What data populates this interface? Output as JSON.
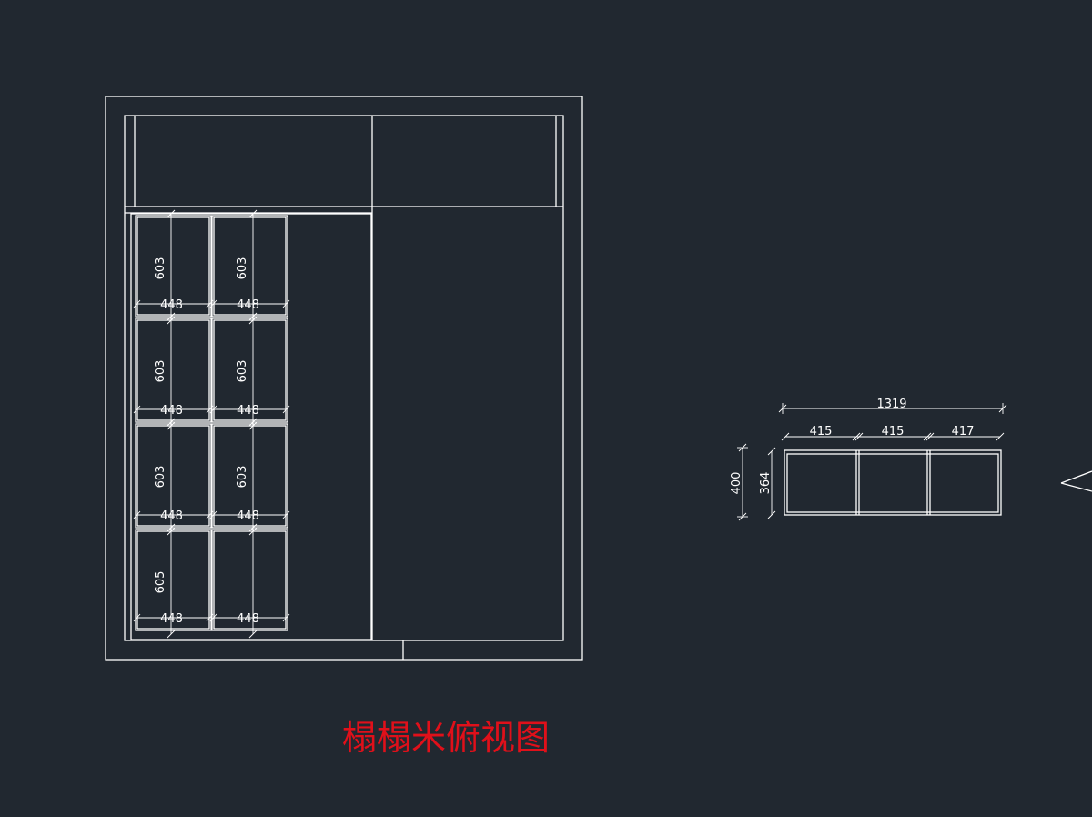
{
  "drawing": {
    "title": "榻榻米俯视图",
    "title_color": "#e0101a",
    "line_color": "#ffffff",
    "background": "#212830"
  },
  "plan": {
    "cells": [
      {
        "row": 1,
        "col": 1,
        "height": "603",
        "width": "448"
      },
      {
        "row": 1,
        "col": 2,
        "height": "603",
        "width": "448"
      },
      {
        "row": 2,
        "col": 1,
        "height": "603",
        "width": "448"
      },
      {
        "row": 2,
        "col": 2,
        "height": "603",
        "width": "448"
      },
      {
        "row": 3,
        "col": 1,
        "height": "603",
        "width": "448"
      },
      {
        "row": 3,
        "col": 2,
        "height": "603",
        "width": "448"
      },
      {
        "row": 4,
        "col": 1,
        "height": "605",
        "width": "448"
      },
      {
        "row": 4,
        "col": 2,
        "height": "",
        "width": "448"
      }
    ]
  },
  "side_view": {
    "overall_width": "1319",
    "segments": [
      "415",
      "415",
      "417"
    ],
    "outer_height": "400",
    "inner_height": "364"
  }
}
